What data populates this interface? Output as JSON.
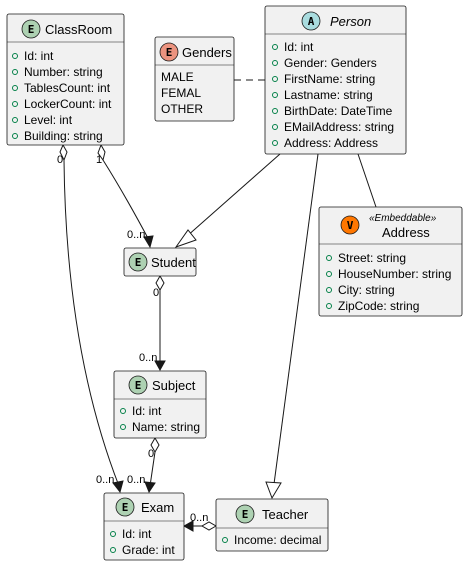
{
  "colors": {
    "entity_badge": "#ADD1B2",
    "abstract_badge": "#A9DCDF",
    "enum_badge": "#EB937F",
    "value_badge": "#FF7700",
    "box_fill": "#F1F1F1",
    "border": "#181818",
    "visibility_marker": "#038048"
  },
  "classes": {
    "classroom": {
      "badge": "E",
      "name": "ClassRoom",
      "attributes": [
        "Id: int",
        "Number: string",
        "TablesCount: int",
        "LockerCount: int",
        "Level: int",
        "Building: string"
      ]
    },
    "genders": {
      "badge": "E",
      "name": "Genders",
      "values": [
        "MALE",
        "FEMAL",
        "OTHER"
      ]
    },
    "person": {
      "badge": "A",
      "name": "Person",
      "attributes": [
        "Id: int",
        "Gender: Genders",
        "FirstName: string",
        "Lastname: string",
        "BirthDate: DateTime",
        "EMailAddress: string",
        "Address: Address"
      ]
    },
    "address": {
      "badge": "V",
      "stereotype": "«Embeddable»",
      "name": "Address",
      "attributes": [
        "Street: string",
        "HouseNumber: string",
        "City: string",
        "ZipCode: string"
      ]
    },
    "student": {
      "badge": "E",
      "name": "Student"
    },
    "subject": {
      "badge": "E",
      "name": "Subject",
      "attributes": [
        "Id: int",
        "Name: string"
      ]
    },
    "exam": {
      "badge": "E",
      "name": "Exam",
      "attributes": [
        "Id: int",
        "Grade: int"
      ]
    },
    "teacher": {
      "badge": "E",
      "name": "Teacher",
      "attributes": [
        "Income: decimal"
      ]
    }
  },
  "multiplicities": {
    "classroom_exam_source": "0",
    "classroom_student_source": "1",
    "classroom_student_target": "0..n",
    "student_subject_source": "0",
    "student_subject_target": "0..n",
    "subject_exam_source": "0",
    "subject_exam_target": "0..n",
    "classroom_exam_target": "0..n",
    "teacher_exam_target": "0..n"
  }
}
